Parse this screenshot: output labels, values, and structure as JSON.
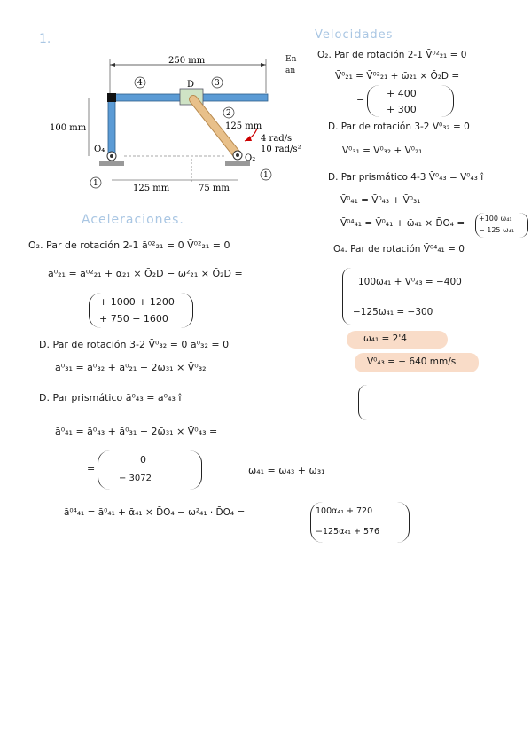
{
  "page": {
    "problem_number": "1."
  },
  "figure": {
    "dim_top": "250 mm",
    "dim_left": "100 mm",
    "dim_link2": "125 mm",
    "dim_bottom_left": "125 mm",
    "dim_bottom_right": "75 mm",
    "omega": "4 rad/s",
    "alpha": "10 rad/s²",
    "label_o4": "O₄",
    "label_o2": "O₂",
    "label_d": "D",
    "label_1a": "1",
    "label_1b": "1",
    "label_2": "2",
    "label_3": "3",
    "label_4": "4",
    "side_text_1": "En",
    "side_text_2": "an"
  },
  "velocidades": {
    "title": "Velocidades",
    "step1": "O₂. Par de rotación 2-1   V̄⁰²₂₁ = 0",
    "eq1": "V̄⁰₂₁ = V̄⁰²₂₁ + ω̄₂₁ × Ō₂D =",
    "vec1_r1": "+ 400",
    "vec1_r2": "+ 300",
    "eq_equals": "=",
    "step2": "D. Par de rotación 3-2   V̄⁰₃₂ = 0",
    "eq2": "V̄⁰₃₁ = V̄⁰₃₂ + V̄⁰₂₁",
    "step3": "D. Par prismático 4-3   V̄⁰₄₃ = V⁰₄₃ î",
    "eq3a": "V̄⁰₄₁ = V̄⁰₄₃ + V̄⁰₃₁",
    "eq3b": "V̄⁰⁴₄₁ = V̄⁰₄₁ + ω̄₄₁ × D̄O₄ =",
    "eq3b_vec_r1": "+100 ω₄₁",
    "eq3b_vec_r2": "− 125 ω₄₁",
    "step4": "O₄. Par de rotación   V̄⁰⁴₄₁ = 0",
    "sys_r1": "100ω₄₁ + V⁰₄₃ = −400",
    "sys_r2": "−125ω₄₁ = −300",
    "result1": "ω₄₁ = 2'4",
    "result2": "V⁰₄₃ = − 640 mm/s"
  },
  "aceleraciones": {
    "title": "Aceleraciones.",
    "step1": "O₂. Par de rotación   2-1   ā⁰²₂₁ = 0    V̄⁰²₂₁ = 0",
    "eq1": "ā⁰₂₁ = ā⁰²₂₁ + ᾱ₂₁ × Ō₂D − ω²₂₁ × Ō₂D =",
    "vec1_r1": "+ 1000 + 1200",
    "vec1_r2": "+ 750  − 1600",
    "step2": "D. Par de rotación 3-2   V̄⁰₃₂ = 0   ā⁰₃₂ = 0",
    "eq2": "ā⁰₃₁ = ā⁰₃₂ + ā⁰₂₁ + 2ω̄₃₁ × V̄⁰₃₂",
    "step3": "D. Par prismático   ā⁰₄₃ = a⁰₄₃ î",
    "eq3": "ā⁰₄₁ = ā⁰₄₃ + ā⁰₃₁ + 2ω̄₃₁ × V̄⁰₄₃ =",
    "eq3_equals": "=",
    "vec3_r1": "0",
    "vec3_r2": "− 3072",
    "omega_rel": "ω₄₁ = ω₄₃ + ω₃₁",
    "eq4": "ā⁰⁴₄₁ = ā⁰₄₁ + ᾱ₄₁ × D̄O₄ − ω²₄₁ · D̄O₄ =",
    "vec4_r1": "100α₄₁ + 720",
    "vec4_r2": "−125α₄₁ + 576"
  },
  "colors": {
    "title_blue": "#a9c6e3",
    "highlight": "#f9dcc8",
    "link_blue": "#5b9bd5",
    "link_tan": "#e8c08a"
  }
}
